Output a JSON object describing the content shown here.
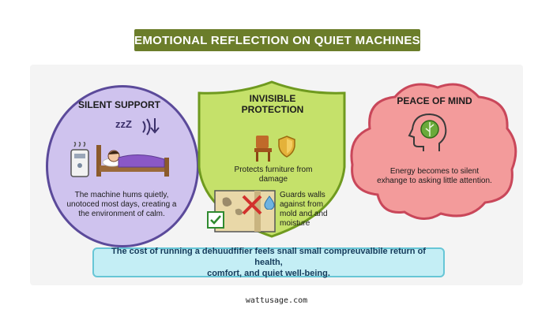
{
  "title": "EMOTIONAL REFLECTION ON QUIET MACHINES",
  "sections": [
    {
      "heading": "SILENT SUPPORT",
      "text": [
        "The machine hums quietly,",
        "unotoced most days, creating a",
        "the environment of calm."
      ],
      "icons": [
        "sleep-z-icon",
        "quiet-sound-icon",
        "dehumidifier-icon",
        "sleeping-person-bed-icon"
      ],
      "sleep_letters": "zzZ"
    },
    {
      "heading_lines": [
        "INVISIBLE",
        "PROTECTION"
      ],
      "text1": [
        "Protects furniture from",
        "damage"
      ],
      "text2": [
        "Guards walls",
        "against  from",
        "mold and and",
        "moisture"
      ],
      "icons": [
        "chair-icon",
        "shield-icon",
        "wall-mold-icon",
        "check-icon",
        "cross-icon",
        "water-drop-icon"
      ]
    },
    {
      "heading": "PEACE OF MIND",
      "text": [
        "Energy becomes to silent",
        "exhange to asking little attention."
      ],
      "icons": [
        "head-leaf-icon"
      ]
    }
  ],
  "banner_lines": [
    "The cost of running a dehuudfifier feels snall small compreuvalbile return of health,",
    "comfort, and quiet well-being."
  ],
  "footer": "wattusage.com",
  "colors": {
    "title_bg": "#6b7d2a",
    "circle_fill": "#cfc3ee",
    "circle_border": "#5b4a9a",
    "shield_fill": "#c5e16a",
    "shield_border": "#6f9a1f",
    "cloud_fill": "#f39b9b",
    "cloud_border": "#c9475a",
    "banner_fill": "#c4eef5",
    "banner_border": "#67c6d6"
  }
}
